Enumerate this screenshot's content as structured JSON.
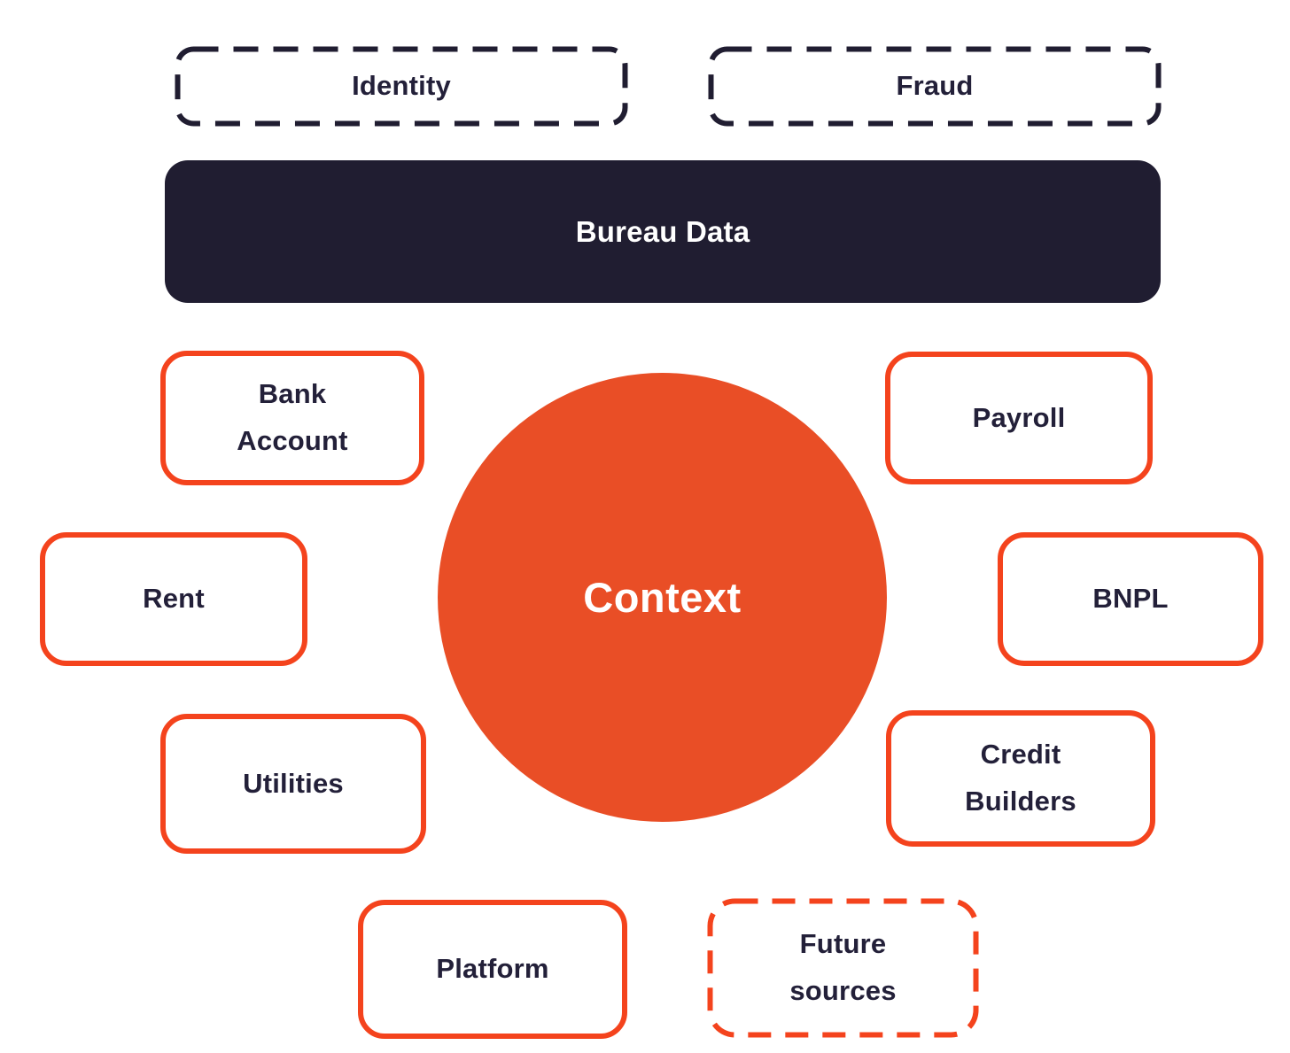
{
  "colors": {
    "dark_navy": "#201D31",
    "navy_text": "#232039",
    "orange_fill": "#E94E26",
    "orange_border": "#F4431D",
    "white": "#FFFFFF"
  },
  "nodes": {
    "identity": {
      "label": "Identity"
    },
    "fraud": {
      "label": "Fraud"
    },
    "bureau_data": {
      "label": "Bureau Data"
    },
    "context": {
      "label": "Context"
    },
    "bank_account": {
      "label": "Bank\nAccount"
    },
    "payroll": {
      "label": "Payroll"
    },
    "rent": {
      "label": "Rent"
    },
    "bnpl": {
      "label": "BNPL"
    },
    "utilities": {
      "label": "Utilities"
    },
    "credit_builders": {
      "label": "Credit\nBuilders"
    },
    "platform": {
      "label": "Platform"
    },
    "future_sources": {
      "label": "Future\nsources"
    }
  }
}
